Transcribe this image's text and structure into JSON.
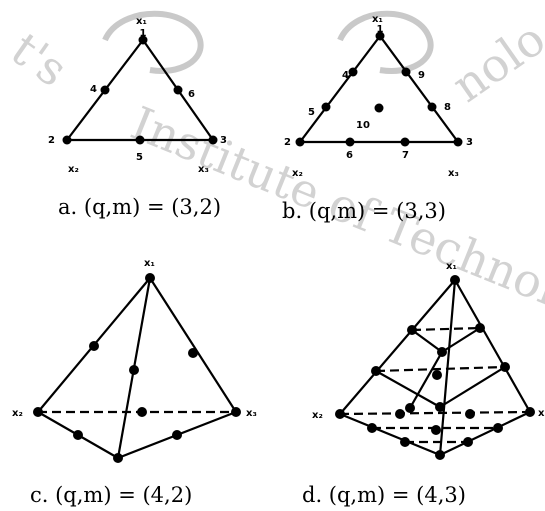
{
  "watermark": {
    "left_text": "t's",
    "middle_text": "Institute of Technology",
    "right_text": "nolo"
  },
  "panels": {
    "a": {
      "caption": "a. (q,m) = (3,2)",
      "vertex_labels": [
        "x₁",
        "x₂",
        "x₃"
      ],
      "node_labels": [
        "1",
        "2",
        "3",
        "4",
        "5",
        "6"
      ]
    },
    "b": {
      "caption": "b. (q,m) = (3,3)",
      "vertex_labels": [
        "x₁",
        "x₂",
        "x₃"
      ],
      "node_labels": [
        "1",
        "2",
        "3",
        "4",
        "5",
        "6",
        "7",
        "8",
        "9",
        "10"
      ]
    },
    "c": {
      "caption": "c. (q,m) = (4,2)",
      "vertex_labels": [
        "x₁",
        "x₂",
        "x₃"
      ]
    },
    "d": {
      "caption": "d. (q,m) = (4,3)",
      "vertex_labels": [
        "x₁",
        "x₂",
        "x"
      ]
    }
  }
}
